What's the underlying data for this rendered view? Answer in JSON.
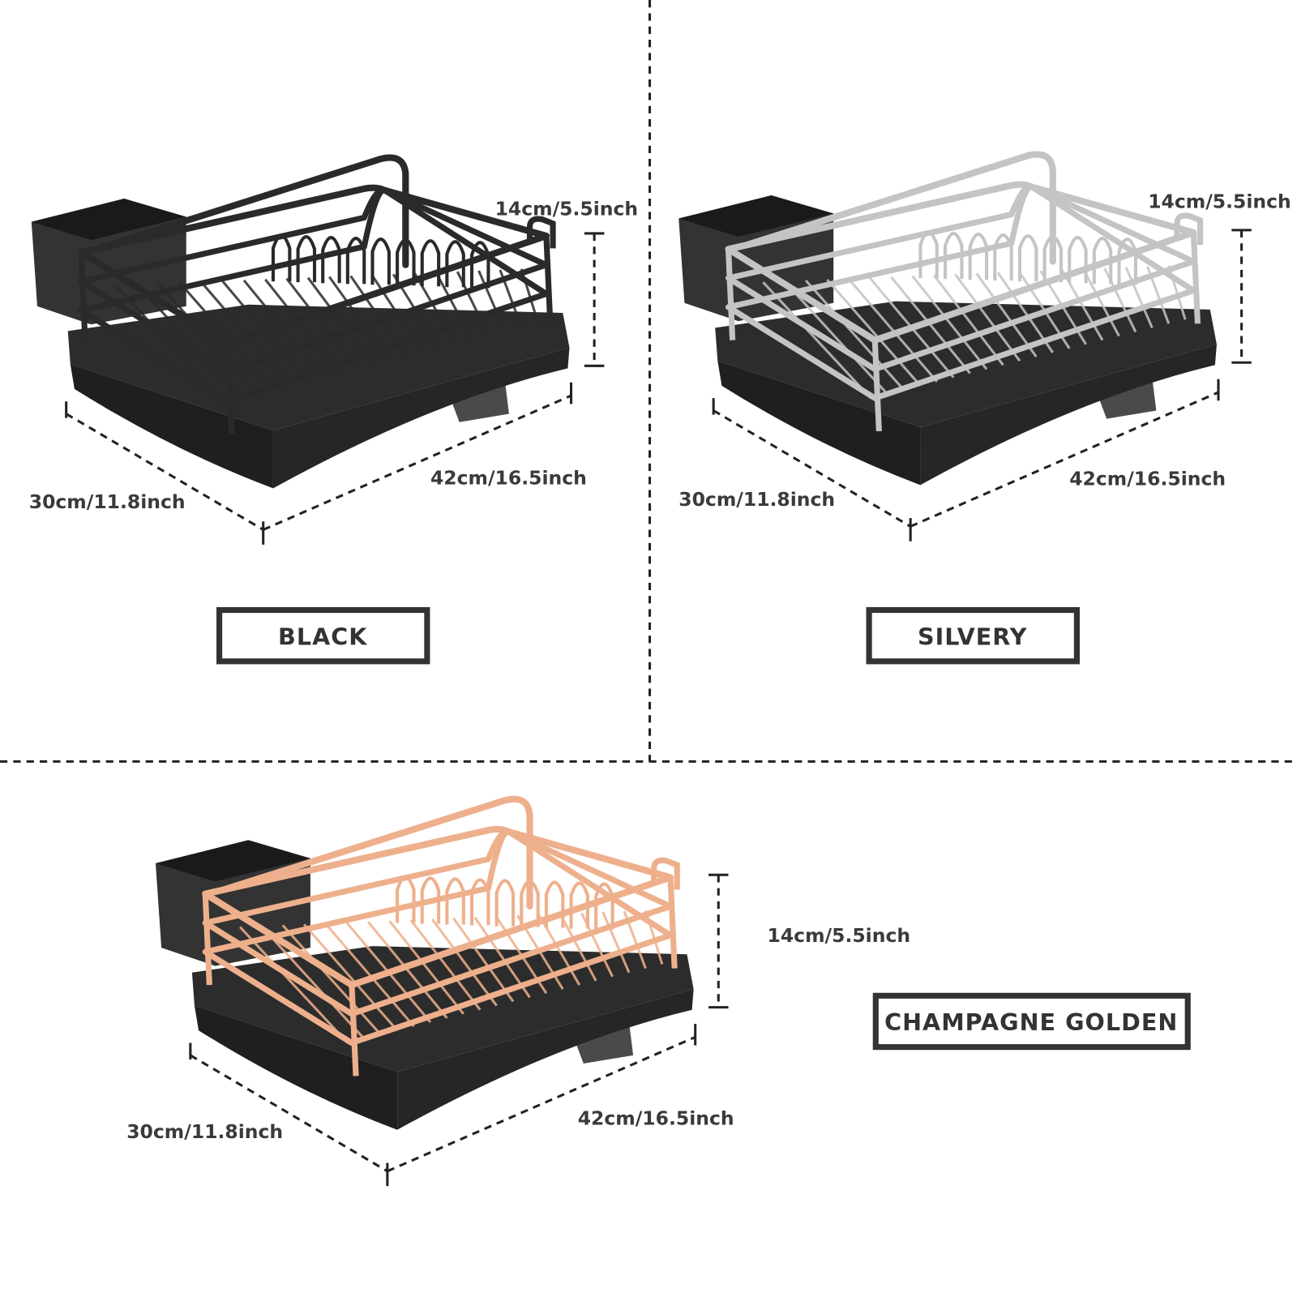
{
  "panels": [
    {
      "color_label": "BLACK",
      "height": "14cm/5.5inch",
      "length": "42cm/16.5inch",
      "width": "30cm/11.8inch",
      "rail_color": "#2a2a2a"
    },
    {
      "color_label": "SILVERY",
      "height": "14cm/5.5inch",
      "length": "42cm/16.5inch",
      "width": "30cm/11.8inch",
      "rail_color": "#c4c4c4"
    },
    {
      "color_label": "CHAMPAGNE GOLDEN",
      "height": "14cm/5.5inch",
      "length": "42cm/16.5inch",
      "width": "30cm/11.8inch",
      "rail_color": "#eeb08c"
    }
  ],
  "colors": {
    "tray": "#2c2c2c",
    "cup": "#333333",
    "line": "#222222",
    "label_border": "#333333"
  }
}
